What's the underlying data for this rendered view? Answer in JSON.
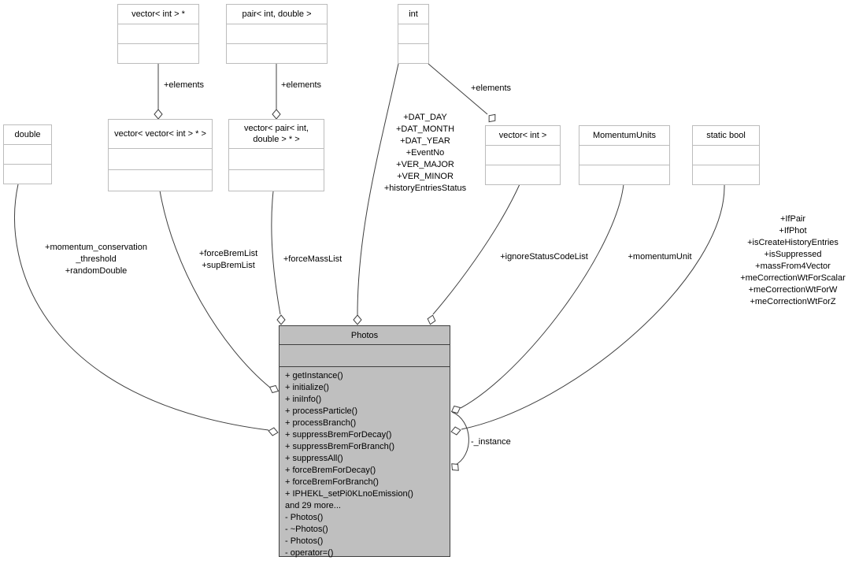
{
  "diagram_type": "uml-collaboration-diagram",
  "colors": {
    "background": "#ffffff",
    "node_fill": "#ffffff",
    "node_border": "#bcbcbc",
    "center_node_fill": "#bfbfbf",
    "center_node_border": "#3f3f3f",
    "edge": "#404040",
    "text": "#000000"
  },
  "classes": {
    "vector_int_ptr": {
      "name": "vector< int > *"
    },
    "pair_int_double": {
      "name": "pair< int, double >"
    },
    "int": {
      "name": "int"
    },
    "double": {
      "name": "double"
    },
    "vector_vector_int_ptr": {
      "name": "vector< vector< int > * >"
    },
    "vector_pair_int_double_ptr": {
      "name": "vector< pair< int, double > * >"
    },
    "vector_int": {
      "name": "vector< int >"
    },
    "momentum_units": {
      "name": "MomentumUnits"
    },
    "static_bool": {
      "name": "static bool"
    },
    "photos": {
      "name": "Photos",
      "members": [
        "+ getInstance()",
        "+ initialize()",
        "+ iniInfo()",
        "+ processParticle()",
        "+ processBranch()",
        "+ suppressBremForDecay()",
        "+ suppressBremForBranch()",
        "+ suppressAll()",
        "+ forceBremForDecay()",
        "+ forceBremForBranch()",
        "+ IPHEKL_setPi0KLnoEmission()",
        "and 29 more...",
        "- Photos()",
        "- ~Photos()",
        "- Photos()",
        "- operator=()"
      ]
    }
  },
  "edge_labels": {
    "elements_vector_int_ptr": "+elements",
    "elements_pair": "+elements",
    "elements_vector_int": "+elements",
    "momentum_conservation": [
      "+momentum_conservation",
      "_threshold",
      "+randomDouble"
    ],
    "brem_lists": [
      "+forceBremList",
      "+supBremList"
    ],
    "force_mass_list": "+forceMassList",
    "int_statics": [
      "+DAT_DAY",
      "+DAT_MONTH",
      "+DAT_YEAR",
      "+EventNo",
      "+VER_MAJOR",
      "+VER_MINOR",
      "+historyEntriesStatus"
    ],
    "ignore_status_code_list": "+ignoreStatusCodeList",
    "momentum_unit": "+momentumUnit",
    "bool_flags": [
      "+IfPair",
      "+IfPhot",
      "+isCreateHistoryEntries",
      "+isSuppressed",
      "+massFrom4Vector",
      "+meCorrectionWtForScalar",
      "+meCorrectionWtForW",
      "+meCorrectionWtForZ"
    ],
    "instance": "-_instance"
  }
}
